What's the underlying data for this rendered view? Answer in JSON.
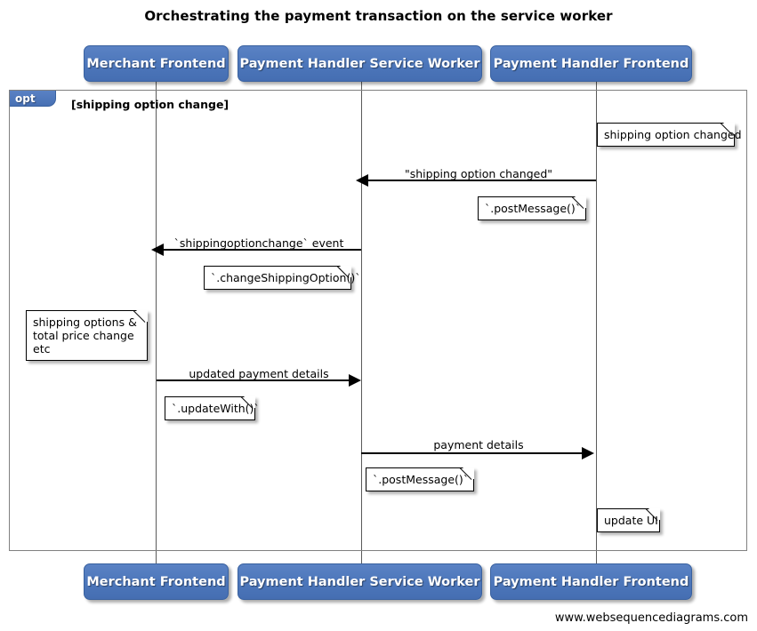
{
  "diagram": {
    "title": "Orchestrating the payment transaction on the service worker",
    "footer": "www.websequencediagrams.com",
    "colors": {
      "participant_fill": "#4c76ba",
      "participant_border": "#39619f",
      "frame_border": "#808080",
      "lifeline": "#5a5a5a",
      "arrow": "#000000",
      "note_fill": "#ffffff",
      "text": "#000000"
    }
  },
  "participants": [
    {
      "id": "merchant-frontend",
      "label": "Merchant Frontend"
    },
    {
      "id": "payment-handler-service-worker",
      "label": "Payment Handler Service Worker"
    },
    {
      "id": "payment-handler-frontend",
      "label": "Payment Handler Frontend"
    }
  ],
  "participants_bottom": [
    {
      "id": "merchant-frontend",
      "label": "Merchant Frontend"
    },
    {
      "id": "payment-handler-service-worker",
      "label": "Payment Handler Service Worker"
    },
    {
      "id": "payment-handler-frontend",
      "label": "Payment Handler Frontend"
    }
  ],
  "fragment": {
    "type_label": "opt",
    "condition": "[shipping option change]"
  },
  "messages": [
    {
      "id": "shipping-option-changed",
      "label": "\"shipping option changed\"",
      "from": "payment-handler-frontend",
      "to": "payment-handler-service-worker",
      "direction": "left"
    },
    {
      "id": "shippingoptionchange-event",
      "label": "`shippingoptionchange` event",
      "from": "payment-handler-service-worker",
      "to": "merchant-frontend",
      "direction": "left"
    },
    {
      "id": "updated-payment-details",
      "label": "updated payment details",
      "from": "merchant-frontend",
      "to": "payment-handler-service-worker",
      "direction": "right"
    },
    {
      "id": "payment-details",
      "label": "payment details",
      "from": "payment-handler-service-worker",
      "to": "payment-handler-frontend",
      "direction": "right"
    }
  ],
  "notes": [
    {
      "id": "note-shipping-option-changed",
      "lines": [
        "shipping option changed"
      ]
    },
    {
      "id": "note-post-message-1",
      "lines": [
        "`.postMessage()`"
      ]
    },
    {
      "id": "note-change-shipping-option",
      "lines": [
        "`.changeShippingOption()`"
      ]
    },
    {
      "id": "note-shipping-options-total-price",
      "lines": [
        "shipping options &",
        "total price change etc"
      ]
    },
    {
      "id": "note-update-with",
      "lines": [
        "`.updateWith()`"
      ]
    },
    {
      "id": "note-post-message-2",
      "lines": [
        "`.postMessage()`"
      ]
    },
    {
      "id": "note-update-ui",
      "lines": [
        "update UI"
      ]
    }
  ]
}
